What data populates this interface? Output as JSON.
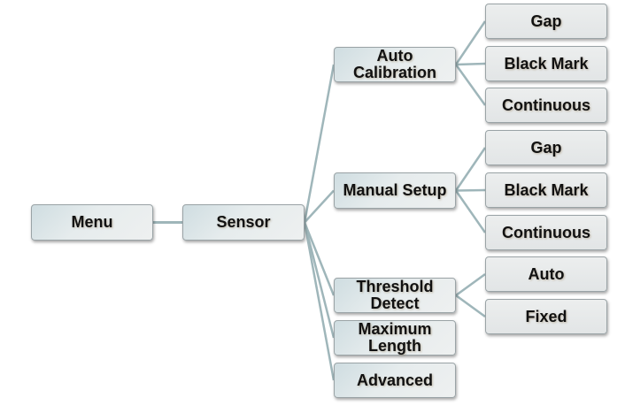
{
  "diagram": {
    "type": "tree",
    "connector_color": "#9fb6ba",
    "root": {
      "id": "menu",
      "label": "Menu",
      "children": [
        {
          "id": "sensor",
          "label": "Sensor",
          "children": [
            {
              "id": "auto-calibration",
              "label": "Auto\nCalibration",
              "children": [
                {
                  "id": "auto-calibration-gap",
                  "label": "Gap"
                },
                {
                  "id": "auto-calibration-black-mark",
                  "label": "Black Mark"
                },
                {
                  "id": "auto-calibration-continuous",
                  "label": "Continuous"
                }
              ]
            },
            {
              "id": "manual-setup",
              "label": "Manual Setup",
              "children": [
                {
                  "id": "manual-setup-gap",
                  "label": "Gap"
                },
                {
                  "id": "manual-setup-black-mark",
                  "label": "Black Mark"
                },
                {
                  "id": "manual-setup-continuous",
                  "label": "Continuous"
                }
              ]
            },
            {
              "id": "threshold-detect",
              "label": "Threshold\nDetect",
              "children": [
                {
                  "id": "threshold-detect-auto",
                  "label": "Auto"
                },
                {
                  "id": "threshold-detect-fixed",
                  "label": "Fixed"
                }
              ]
            },
            {
              "id": "maximum-length",
              "label": "Maximum\nLength"
            },
            {
              "id": "advanced",
              "label": "Advanced"
            }
          ]
        }
      ]
    }
  },
  "nodes": {
    "menu": "Menu",
    "sensor": "Sensor",
    "auto_calibration": "Auto\nCalibration",
    "manual_setup": "Manual Setup",
    "threshold_detect": "Threshold\nDetect",
    "maximum_length": "Maximum\nLength",
    "advanced": "Advanced",
    "ac_gap": "Gap",
    "ac_black_mark": "Black Mark",
    "ac_continuous": "Continuous",
    "ms_gap": "Gap",
    "ms_black_mark": "Black Mark",
    "ms_continuous": "Continuous",
    "td_auto": "Auto",
    "td_fixed": "Fixed"
  }
}
